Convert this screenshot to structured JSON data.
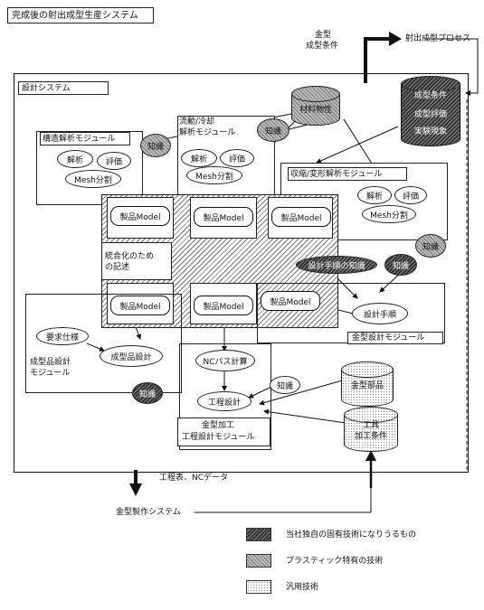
{
  "title": "完成後の射出成型生産システム",
  "top": {
    "mold_conditions": [
      "金型",
      "成型条件"
    ],
    "process": "射出成型プロセス"
  },
  "design_system": "設計システム",
  "cylinders": {
    "material": "材料物性",
    "molding_conditions": "成型条件",
    "molding_data": "成型評価",
    "actual": "実験現象",
    "mold_parts": "金型部品",
    "tools": [
      "工具",
      "加工条件"
    ]
  },
  "modules": {
    "structural": "構造解析モジュール",
    "flow": [
      "流動/冷却",
      "解析モジュール"
    ],
    "shrink": "収縮/変形解析モジュール",
    "mold_design": "金型設計モジュール",
    "molded_design": [
      "成型品設計",
      "モジュール"
    ],
    "mold_process": [
      "金型加工",
      "工程設計モジュール"
    ]
  },
  "nodes": {
    "analysis": "解析",
    "evaluation": "評価",
    "mesh": "Mesh分割",
    "knowledge": "知識",
    "product_model": "製品Model",
    "integration": [
      "統合化のため",
      "の記述"
    ],
    "design_knowledge": "設計手順の知識",
    "design_procedure": "設計手順",
    "requirements": "要求仕様",
    "molded_design": "成型品設計",
    "nc_path": "NCパス計算",
    "process_design": "工程設計"
  },
  "bottom": {
    "output": "工程表、NCデータ",
    "mfg_system": "金型製作システム"
  },
  "legend": [
    {
      "label": "当社独自の固有技術になりうるもの",
      "style": "dark"
    },
    {
      "label": "プラスティック特有の技術",
      "style": "mid"
    },
    {
      "label": "汎用技術",
      "style": "dots"
    }
  ]
}
